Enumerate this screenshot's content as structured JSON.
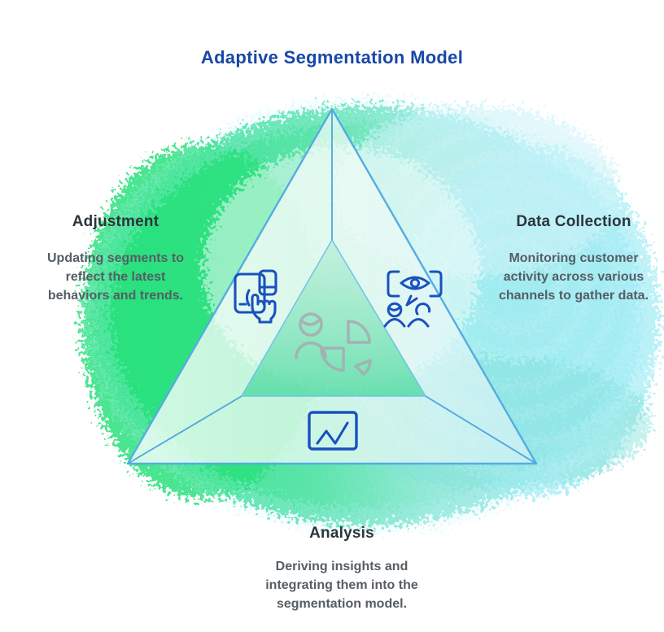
{
  "title": "Adaptive Segmentation Model",
  "diagram_type": "triangle-cycle",
  "center_icon": "customer-segmentation-icon",
  "nodes": [
    {
      "id": "adjustment",
      "label": "Adjustment",
      "description": "Updating segments to reflect the latest behaviors and trends.",
      "icon": "devices-tap-icon",
      "position": "left"
    },
    {
      "id": "data-collection",
      "label": "Data Collection",
      "description": "Monitoring customer activity across various channels to gather data.",
      "icon": "observe-customers-icon",
      "position": "right"
    },
    {
      "id": "analysis",
      "label": "Analysis",
      "description": "Deriving insights and integrating them into the segmentation model.",
      "icon": "line-chart-icon",
      "position": "bottom"
    }
  ],
  "colors": {
    "title_text": "#1847a8",
    "heading_text": "#2d343c",
    "body_text": "#565d64",
    "icon_blue": "#1b50c0",
    "center_icon_gray": "#a6abb1",
    "blob_green": "#2ee083",
    "blob_cyan": "#aceaf2",
    "triangle_edge": "#55ace2"
  }
}
